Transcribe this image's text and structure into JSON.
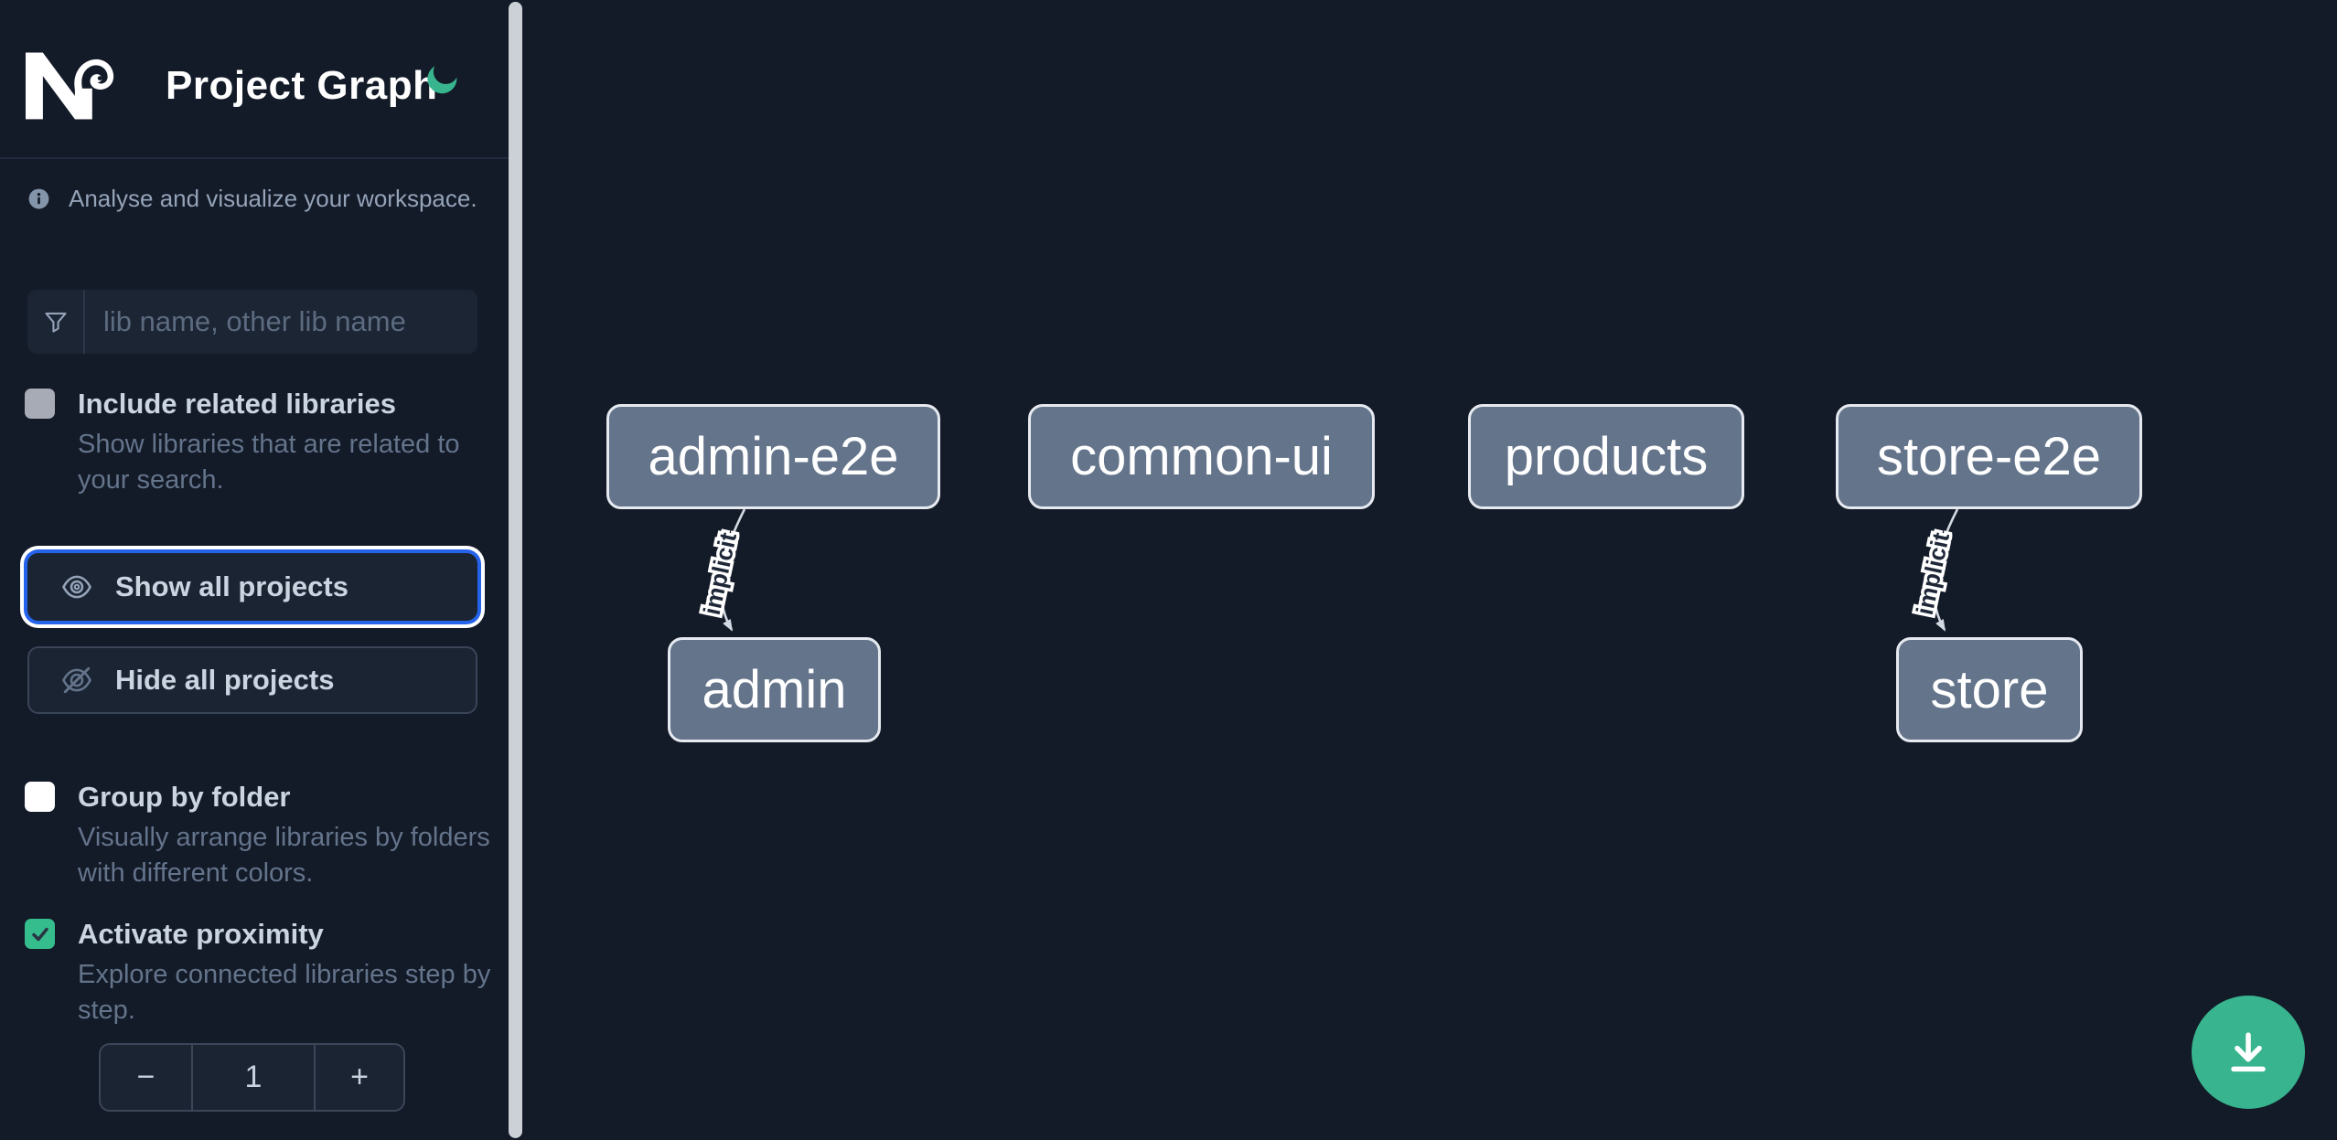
{
  "app": {
    "title": "Project Graph"
  },
  "sidebar": {
    "info_text": "Analyse and visualize your workspace.",
    "filter": {
      "placeholder": "lib name, other lib name",
      "value": ""
    },
    "options": [
      {
        "label": "Include related libraries",
        "description": "Show libraries that are related to your search.",
        "checked": false
      },
      {
        "label": "Group by folder",
        "description": "Visually arrange libraries by folders with different colors.",
        "checked": false
      },
      {
        "label": "Activate proximity",
        "description": "Explore connected libraries step by step.",
        "checked": true
      }
    ],
    "actions": [
      {
        "label": "Show all projects",
        "focused": true
      },
      {
        "label": "Hide all projects",
        "focused": false
      }
    ],
    "proximity_stepper": {
      "decrement": "−",
      "value": "1",
      "increment": "+"
    }
  },
  "graph": {
    "nodes": [
      {
        "id": "admin-e2e",
        "label": "admin-e2e"
      },
      {
        "id": "common-ui",
        "label": "common-ui"
      },
      {
        "id": "products",
        "label": "products"
      },
      {
        "id": "store-e2e",
        "label": "store-e2e"
      },
      {
        "id": "admin",
        "label": "admin"
      },
      {
        "id": "store",
        "label": "store"
      }
    ],
    "edges": [
      {
        "source": "admin-e2e",
        "target": "admin",
        "label": "implicit"
      },
      {
        "source": "store-e2e",
        "target": "store",
        "label": "implicit"
      }
    ]
  },
  "fab": {
    "icon": "download-icon"
  },
  "colors": {
    "background": "#131a28",
    "accent_green": "#38b48e",
    "focus_blue": "#2563eb",
    "node_fill": "#64748b",
    "node_border": "#e6eaf0",
    "label_text": "#cbd5e1",
    "muted_text": "#64748b"
  }
}
